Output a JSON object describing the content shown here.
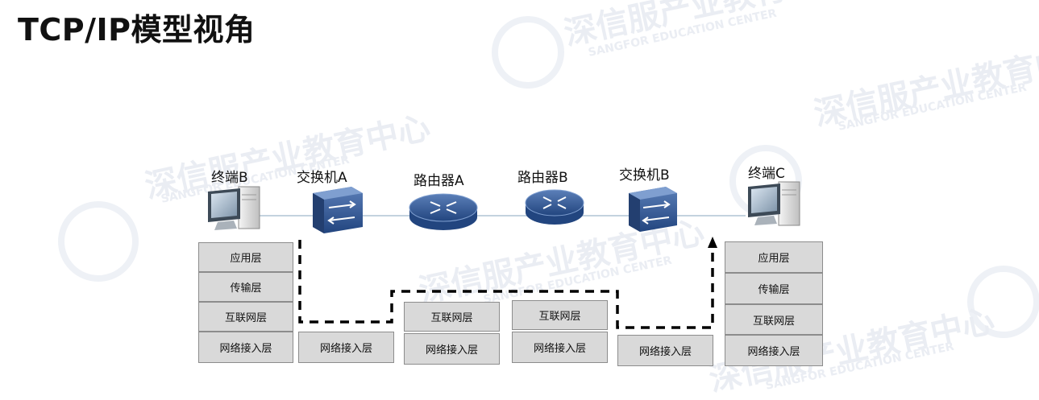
{
  "title": "TCP/IP模型视角",
  "watermark": {
    "text_cn": "深信服产业教育中心",
    "text_en": "SANGFOR EDUCATION CENTER"
  },
  "devices": {
    "terminal_b": "终端B",
    "switch_a": "交换机A",
    "router_a": "路由器A",
    "router_b": "路由器B",
    "switch_b": "交换机B",
    "terminal_c": "终端C"
  },
  "layers": {
    "application": "应用层",
    "transport": "传输层",
    "internet": "互联网层",
    "network_access": "网络接入层"
  },
  "colors": {
    "layer_fill": "#d9d9d9",
    "layer_border": "#8c8c8c",
    "device_blue": "#2f5597",
    "link_line": "#9fb7c9",
    "path_line": "#000000"
  }
}
